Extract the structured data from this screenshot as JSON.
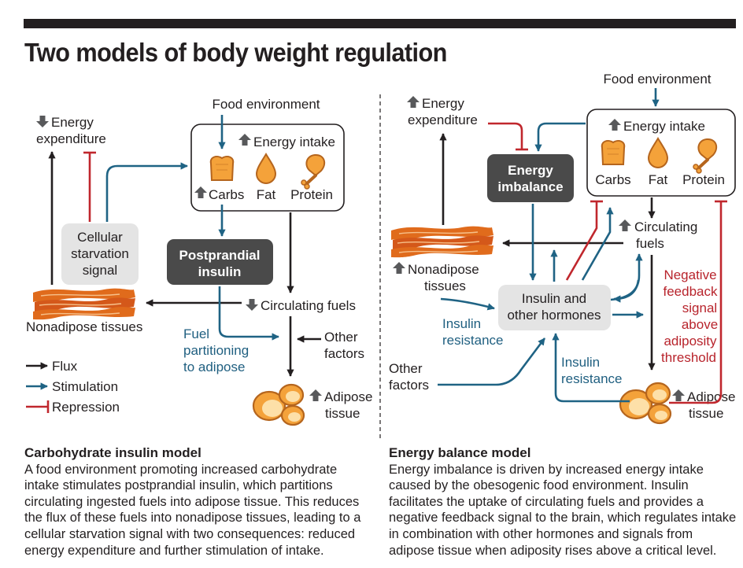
{
  "title": "Two models of body weight regulation",
  "colors": {
    "flux": "#231f20",
    "stimulation": "#1f6384",
    "repression": "#c0272d",
    "food_fill": "#f4a23a",
    "food_stroke": "#b5651d",
    "dark_box": "#4a4a4a",
    "gray_box": "#e4e4e4"
  },
  "left": {
    "food_environment": "Food environment",
    "energy_intake": "Energy intake",
    "carbs": "Carbs",
    "fat": "Fat",
    "protein": "Protein",
    "energy_expenditure_1": "Energy",
    "energy_expenditure_2": "expenditure",
    "starvation_1": "Cellular",
    "starvation_2": "starvation",
    "starvation_3": "signal",
    "postprandial_1": "Postprandial",
    "postprandial_2": "insulin",
    "circulating_fuels": "Circulating fuels",
    "nonadipose_tissues": "Nonadipose tissues",
    "fuel_partitioning_1": "Fuel",
    "fuel_partitioning_2": "partitioning",
    "fuel_partitioning_3": "to adipose",
    "other_factors_1": "Other",
    "other_factors_2": "factors",
    "adipose_1": "Adipose",
    "adipose_2": "tissue"
  },
  "legend": {
    "flux": "Flux",
    "stimulation": "Stimulation",
    "repression": "Repression"
  },
  "right": {
    "food_environment": "Food environment",
    "energy_intake": "Energy intake",
    "carbs": "Carbs",
    "fat": "Fat",
    "protein": "Protein",
    "energy_expenditure_1": "Energy",
    "energy_expenditure_2": "expenditure",
    "imbalance_1": "Energy",
    "imbalance_2": "imbalance",
    "circulating_1": "Circulating",
    "circulating_2": "fuels",
    "nonadipose_1": "Nonadipose",
    "nonadipose_2": "tissues",
    "hormones_1": "Insulin and",
    "hormones_2": "other hormones",
    "insulin_resistance_left_1": "Insulin",
    "insulin_resistance_left_2": "resistance",
    "insulin_resistance_right_1": "Insulin",
    "insulin_resistance_right_2": "resistance",
    "negative_feedback": [
      "Negative",
      "feedback",
      "signal",
      "above",
      "adiposity",
      "threshold"
    ],
    "other_factors_1": "Other",
    "other_factors_2": "factors",
    "adipose_1": "Adipose",
    "adipose_2": "tissue"
  },
  "captions": {
    "left_heading": "Carbohydrate insulin model",
    "left_lines": [
      "A food environment promoting increased carbohydrate",
      "intake stimulates postprandial insulin, which partitions",
      "circulating ingested fuels into adipose tissue. This reduces",
      "the flux of these fuels into nonadipose tissues, leading to a",
      "cellular starvation signal with two consequences: reduced",
      "energy expenditure and further stimulation of intake."
    ],
    "right_heading": "Energy balance model",
    "right_lines": [
      "Energy imbalance is driven by increased energy intake",
      "caused by the obesogenic food environment. Insulin",
      "facilitates the uptake of circulating fuels and provides a",
      "negative feedback signal to the brain, which regulates intake",
      "in combination with other hormones and signals from",
      "adipose tissue when adiposity rises above a critical level."
    ]
  }
}
